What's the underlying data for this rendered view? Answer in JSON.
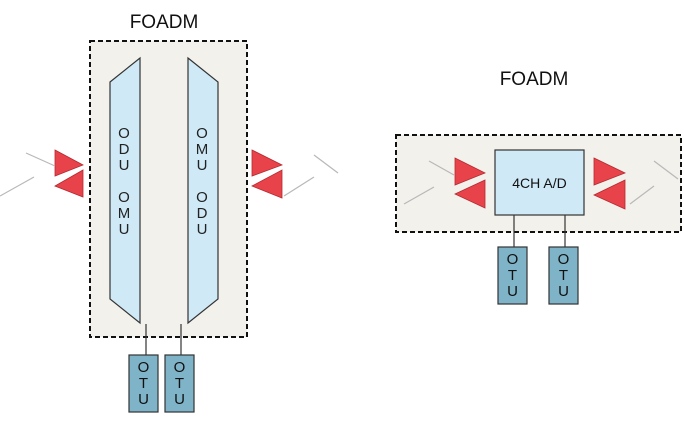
{
  "left_node": {
    "title": "FOADM",
    "mux_left": {
      "lines": [
        "O",
        "D",
        "U",
        "",
        "O",
        "M",
        "U"
      ]
    },
    "mux_right": {
      "lines": [
        "O",
        "M",
        "U",
        "",
        "O",
        "D",
        "U"
      ]
    },
    "otus": [
      {
        "lines": [
          "O",
          "T",
          "U"
        ]
      },
      {
        "lines": [
          "O",
          "T",
          "U"
        ]
      }
    ]
  },
  "right_node": {
    "title": "FOADM",
    "module_label": "4CH A/D",
    "otus": [
      {
        "lines": [
          "O",
          "T",
          "U"
        ]
      },
      {
        "lines": [
          "O",
          "T",
          "U"
        ]
      }
    ]
  },
  "colors": {
    "amplifier": "#e8434a",
    "box_fill": "#f3f1ec",
    "module_fill": "#cfe9f7",
    "otu_fill": "#7fb3c7"
  }
}
